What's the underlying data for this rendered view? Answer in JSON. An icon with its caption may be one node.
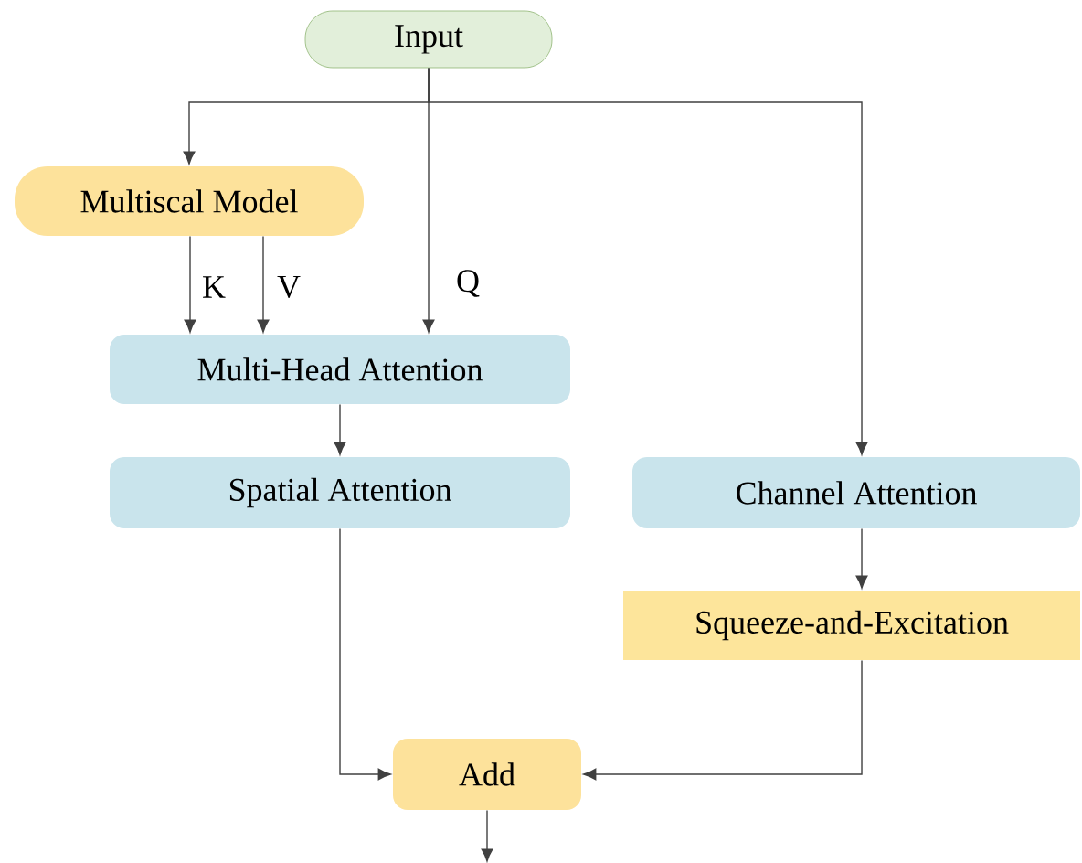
{
  "diagram": {
    "nodes": [
      {
        "text": [
          "Input"
        ]
      },
      {
        "text": [
          "Multiscal Model"
        ]
      },
      {
        "text": [
          "Multi-Head Attention"
        ]
      },
      {
        "text": [
          "Spatial Attention"
        ]
      },
      {
        "text": [
          "Channel Attention"
        ]
      },
      {
        "text": [
          "Squeeze-and-Excitation"
        ]
      },
      {
        "text": [
          "Add"
        ]
      }
    ],
    "edges": [
      {
        "from": 0,
        "to": 1,
        "arrow": "to"
      },
      {
        "from": 0,
        "to": 2,
        "arrow": "to",
        "label": "Q"
      },
      {
        "from": 0,
        "to": 4,
        "arrow": "to"
      },
      {
        "from": 1,
        "to": 2,
        "arrow": "to",
        "label": "K"
      },
      {
        "from": 1,
        "to": 2,
        "arrow": "to",
        "label": "V"
      },
      {
        "from": 2,
        "to": 3,
        "arrow": "to"
      },
      {
        "from": 4,
        "to": 5,
        "arrow": "to"
      },
      {
        "from": 3,
        "to": 6,
        "arrow": "to"
      },
      {
        "from": 5,
        "to": 6,
        "arrow": "to"
      },
      {
        "from": 6,
        "to": null,
        "arrow": "to"
      }
    ]
  }
}
